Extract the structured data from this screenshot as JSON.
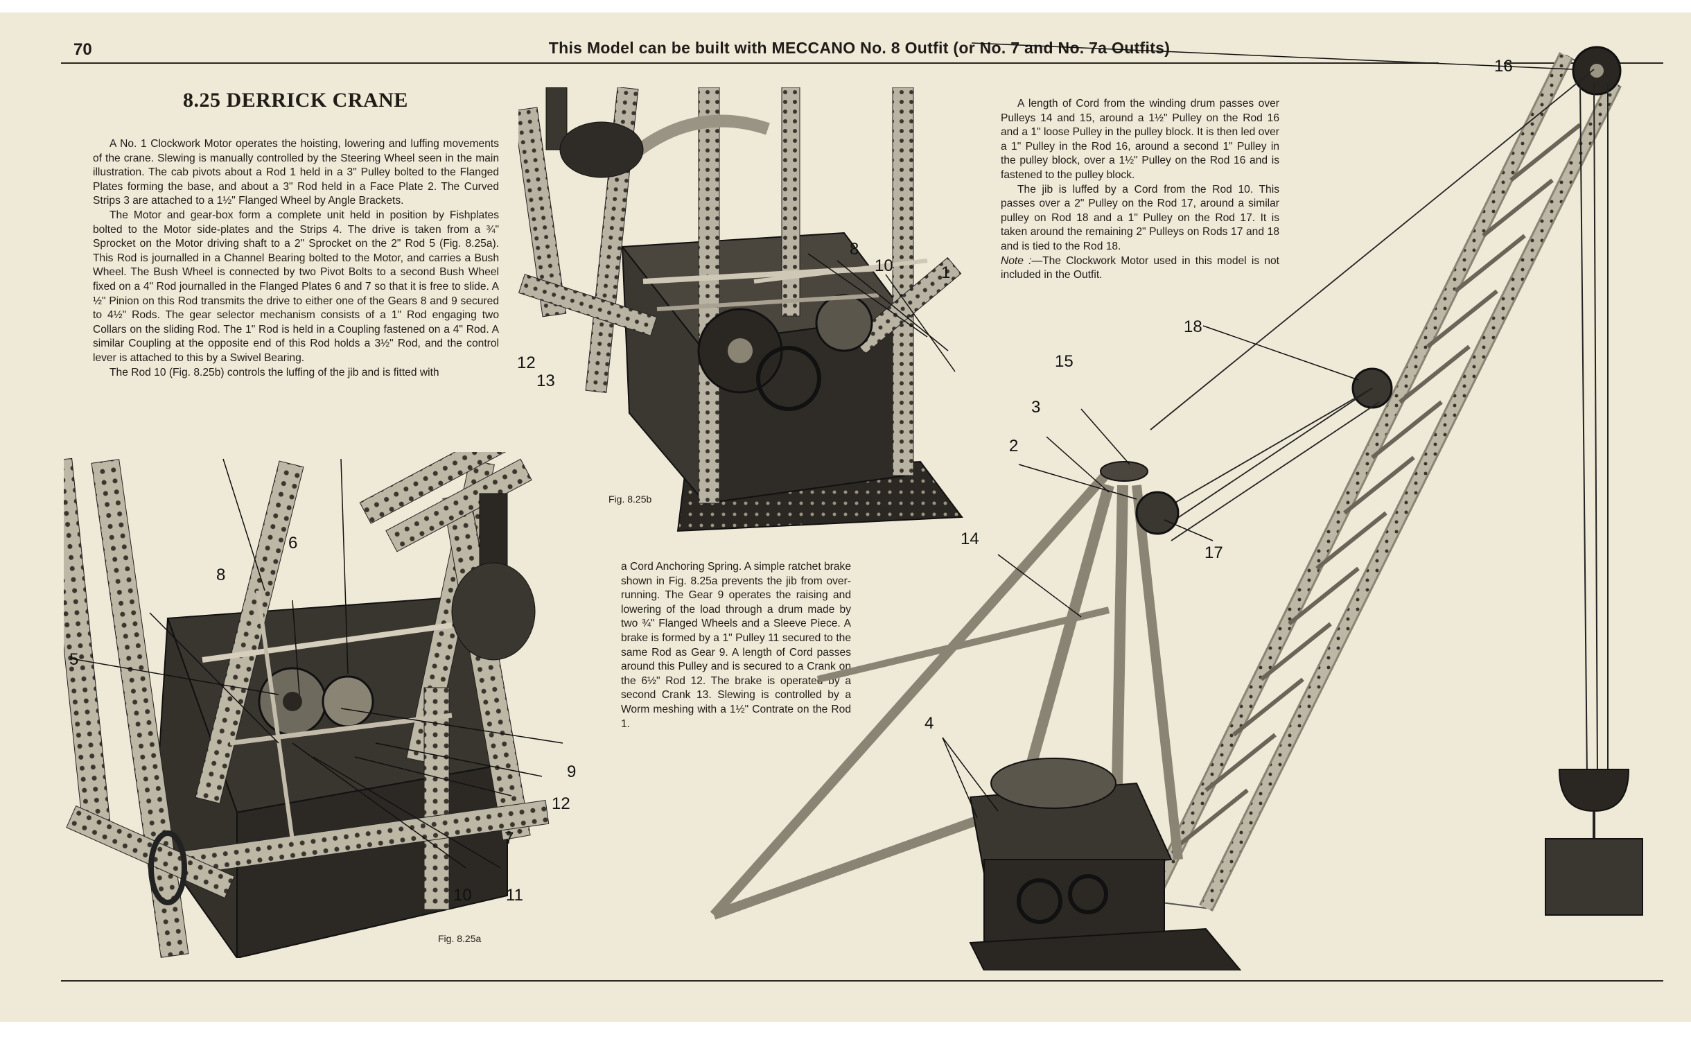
{
  "header": {
    "page_number": "70",
    "running_head": "This Model can be built with MECCANO No. 8 Outfit (or No. 7 and No. 7a Outfits)"
  },
  "article": {
    "title": "8.25 DERRICK CRANE",
    "col1": [
      "A No. 1 Clockwork Motor operates the hoisting, lowering and luffing movements of the crane. Slewing is manually controlled by the Steering Wheel seen in the main illustration. The cab pivots about a Rod 1 held in a 3\" Pulley bolted to the Flanged Plates forming the base, and about a 3\" Rod held in a Face Plate 2. The Curved Strips 3 are attached to a 1½\" Flanged Wheel by Angle Brackets.",
      "The Motor and gear-box form a complete unit held in position by Fishplates bolted to the Motor side-plates and the Strips 4. The drive is taken from a ¾\" Sprocket on the Motor driving shaft to a 2\" Sprocket on the 2\" Rod 5 (Fig. 8.25a). This Rod is journalled in a Channel Bearing bolted to the Motor, and carries a Bush Wheel. The Bush Wheel is connected by two Pivot Bolts to a second Bush Wheel fixed on a 4\" Rod journalled in the Flanged Plates 6 and 7 so that it is free to slide. A ½\" Pinion on this Rod transmits the drive to either one of the Gears 8 and 9 secured to 4½\" Rods. The gear selector mechanism consists of a 1\" Rod engaging two Collars on the sliding Rod. The 1\" Rod is held in a Coupling fastened on a 4\" Rod. A similar Coupling at the opposite end of this Rod holds a 3½\" Rod, and the control lever is attached to this by a Swivel Bearing.",
      "The Rod 10 (Fig. 8.25b) controls the luffing of the jib and is fitted with"
    ],
    "col2": [
      "a Cord Anchoring Spring. A simple ratchet brake shown in Fig. 8.25a prevents the jib from over-running. The Gear 9 operates the raising and lowering of the load through a drum made by two ¾\" Flanged Wheels and a Sleeve Piece. A brake is formed by a 1\" Pulley 11 secured to the same Rod as Gear 9. A length of Cord passes around this Pulley and is secured to a Crank on the 6½\" Rod 12. The brake is operated by a second Crank 13. Slewing is controlled by a Worm meshing with a 1½\" Contrate on the Rod 1."
    ],
    "col3": [
      "A length of Cord from the winding drum passes over Pulleys 14 and 15, around a 1½\" Pulley on the Rod 16 and a 1\" loose Pulley in the pulley block. It is then led over a 1\" Pulley in the Rod 16, around a second 1\" Pulley in the pulley block, over a 1½\" Pulley on the Rod 16 and is fastened to the pulley block.",
      "The jib is luffed by a Cord from the Rod 10. This passes over a 2\" Pulley on the Rod 17, around a similar pulley on Rod 18 and a 1\" Pulley on the Rod 17. It is taken around the remaining 2\" Pulleys on Rods 17 and 18 and is tied to the Rod 18."
    ],
    "note_label": "Note :",
    "note_text": "—The Clockwork Motor used in this model is not included in the Outfit."
  },
  "figures": {
    "fig_a": {
      "caption": "Fig. 8.25a",
      "labels": [
        "5",
        "8",
        "6",
        "9",
        "12",
        "7",
        "10",
        "11"
      ]
    },
    "fig_b": {
      "caption": "Fig. 8.25b",
      "labels": [
        "8",
        "10",
        "1",
        "12",
        "13"
      ]
    },
    "main": {
      "labels": [
        "16",
        "18",
        "15",
        "3",
        "2",
        "17",
        "14",
        "4"
      ]
    }
  }
}
